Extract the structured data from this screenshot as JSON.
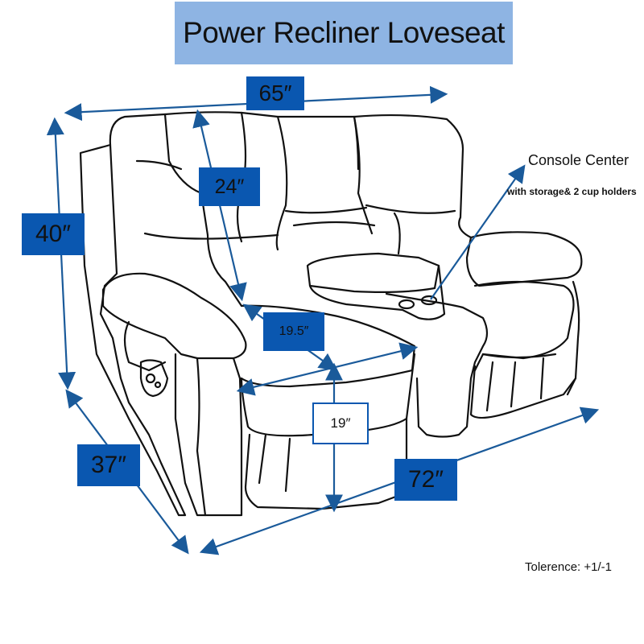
{
  "title": "Power Recliner Loveseat",
  "dimensions": {
    "top_width": "65″",
    "back_height": "24″",
    "total_height": "40″",
    "seat_depth": "19.5″",
    "seat_height": "19″",
    "depth": "37″",
    "total_width": "72″"
  },
  "console": {
    "label": "Console Center",
    "sublabel": "with storage& 2 cup holders"
  },
  "tolerance": "Tolerence: +1/-1",
  "colors": {
    "title_bg": "#8eb4e3",
    "dim_box": "#0a57b0",
    "arrow": "#1a5a9a",
    "outline": "#111111"
  }
}
